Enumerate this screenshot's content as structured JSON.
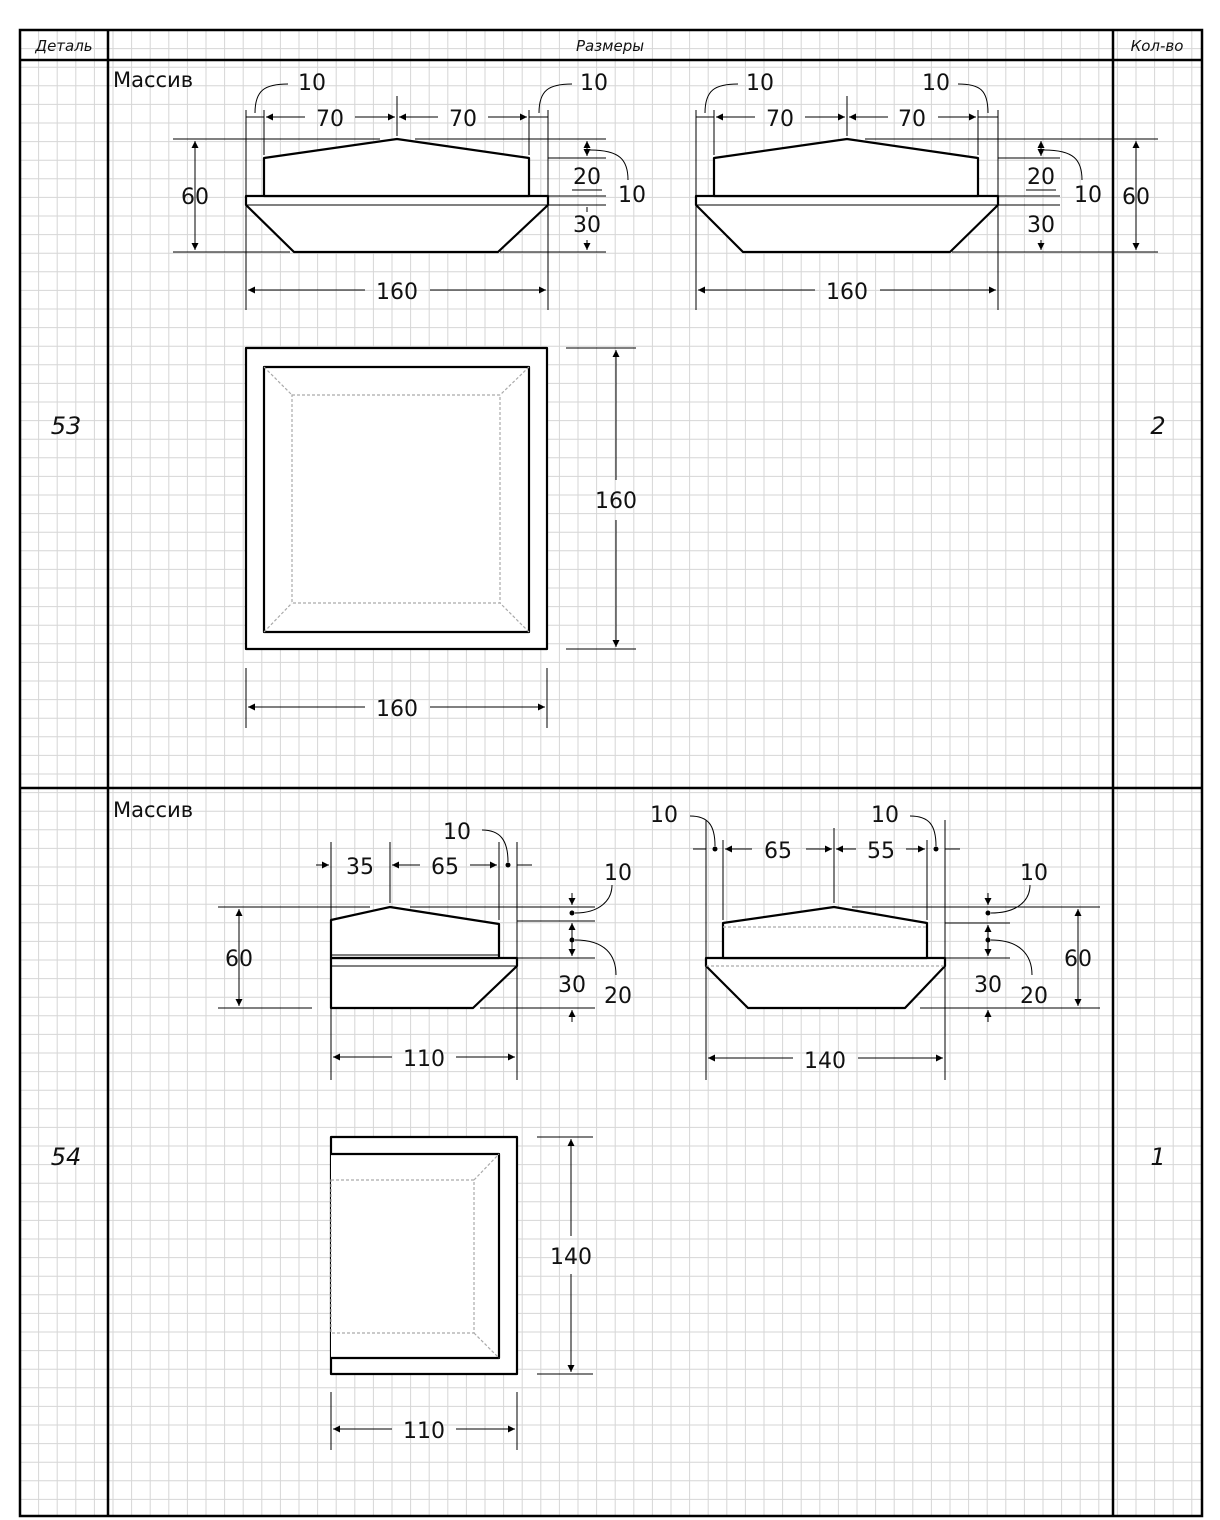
{
  "header": {
    "col_part": "Деталь",
    "col_dims": "Размеры",
    "col_qty": "Кол-во"
  },
  "rows": [
    {
      "part": "53",
      "material": "Массив",
      "qty": "2",
      "views": {
        "front_left": {
          "width": "160",
          "height": "60",
          "top_left": "70",
          "top_right": "70",
          "offset_left": "10",
          "offset_right": "10",
          "top_h": "20",
          "step_h": "10",
          "bottom_h": "30"
        },
        "front_right": {
          "width": "160",
          "height": "60",
          "top_left": "70",
          "top_right": "70",
          "offset_left": "10",
          "offset_right": "10",
          "top_h": "20",
          "step_h": "10",
          "bottom_h": "30"
        },
        "plan": {
          "width": "160",
          "height": "160"
        }
      }
    },
    {
      "part": "54",
      "material": "Массив",
      "qty": "1",
      "views": {
        "front_left": {
          "width": "110",
          "height": "60",
          "top_left": "35",
          "top_right": "65",
          "offset": "10",
          "step_h": "10",
          "top_h": "20",
          "bottom_h": "30"
        },
        "front_right": {
          "width": "140",
          "height": "60",
          "top_left": "65",
          "top_right": "55",
          "offset_left": "10",
          "offset_right": "10",
          "step_h": "10",
          "top_h": "20",
          "bottom_h": "30"
        },
        "plan": {
          "width": "110",
          "height": "140"
        }
      }
    }
  ]
}
